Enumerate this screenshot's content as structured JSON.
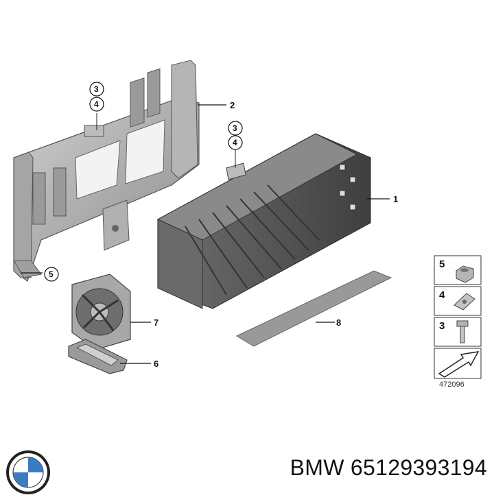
{
  "diagram": {
    "callouts": [
      {
        "id": "c1",
        "label": "1"
      },
      {
        "id": "c2",
        "label": "2"
      },
      {
        "id": "c5",
        "label": "5"
      },
      {
        "id": "c6",
        "label": "6"
      },
      {
        "id": "c7",
        "label": "7"
      },
      {
        "id": "c8",
        "label": "8"
      }
    ],
    "circle_labels": {
      "bracket_top": "3",
      "bracket_bottom": "4",
      "amp_top": "3",
      "amp_bottom": "4",
      "bracket_left": "5"
    },
    "legend": {
      "items": [
        {
          "number": "5",
          "icon": "hex-nut-icon"
        },
        {
          "number": "4",
          "icon": "clip-nut-icon"
        },
        {
          "number": "3",
          "icon": "bolt-icon"
        }
      ],
      "arrow_icon": "direction-arrow-icon",
      "drawing_id": "472096"
    }
  },
  "footer": {
    "brand_logo": "bmw-logo-icon",
    "part_text": "BMW 65129393194"
  }
}
